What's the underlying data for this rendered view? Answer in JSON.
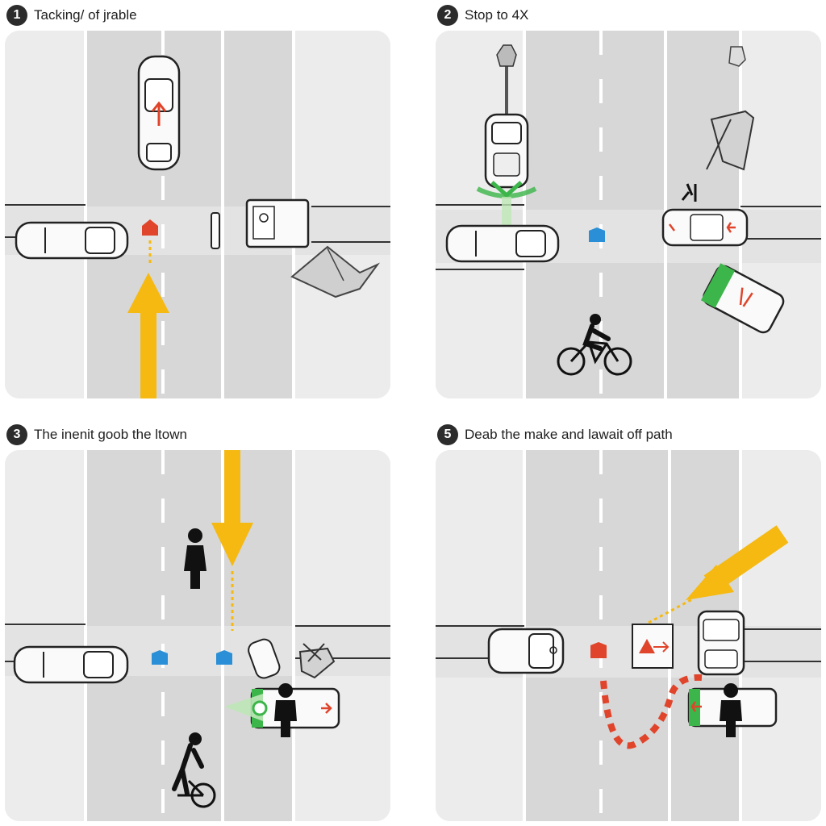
{
  "panels": [
    {
      "number": "1",
      "title": "Tacking/ of jrable"
    },
    {
      "number": "2",
      "title": "Stop to 4X"
    },
    {
      "number": "3",
      "title": "The inenit goob the ltown"
    },
    {
      "number": "5",
      "title": "Deab the make and lawait off path"
    }
  ],
  "colors": {
    "road": "#d7d7d7",
    "road_edge": "#ececec",
    "lane_line": "#ffffff",
    "arrow_yellow": "#f5b912",
    "signal_red": "#e0442a",
    "signal_blue": "#2a8fd6",
    "signal_green": "#3cb54a",
    "figure": "#111111"
  }
}
